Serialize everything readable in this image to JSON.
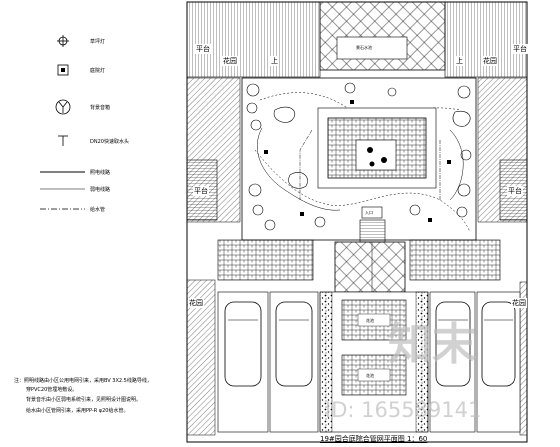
{
  "legend": [
    {
      "symbol": "crosshair-circle",
      "label": "草坪灯"
    },
    {
      "symbol": "square-dot",
      "label": "庭院灯"
    },
    {
      "symbol": "y-circle",
      "label": "背景音箱"
    },
    {
      "symbol": "t-mark",
      "label": "DN20快速取水头"
    },
    {
      "symbol": "solid-line",
      "label": "照电线路"
    },
    {
      "symbol": "line-thin",
      "label": "弱电线路"
    },
    {
      "symbol": "dash-line",
      "label": "给水管"
    }
  ],
  "notes": [
    "注：照明线路由小区公用电网引来，采用BV 3X2.5线路导线，",
    "穿PVC20管埋地敷设。",
    "背景音乐由小区弱电系统引来，见照明设计图说明。",
    "给水由小区管网引来，采用PP-R φ20给水管。"
  ],
  "labels": {
    "platform_left_top": "平台",
    "platform_right_top": "平台",
    "garden_left_top": "花园",
    "garden_right_top": "花园",
    "up_left": "上",
    "up_right": "上",
    "platform_left_mid": "平台",
    "platform_right_mid": "平台",
    "garden_left_bottom": "花园",
    "garden_right_bottom": "花园",
    "top_tiny": "景石水池",
    "entry_tiny": "入口",
    "bottom_tiny_1": "花池",
    "bottom_tiny_2": "花池"
  },
  "title": "19#园合庭院合管网平面图  1：60",
  "watermark": {
    "brand": "知末",
    "id": "ID: 165589141"
  }
}
